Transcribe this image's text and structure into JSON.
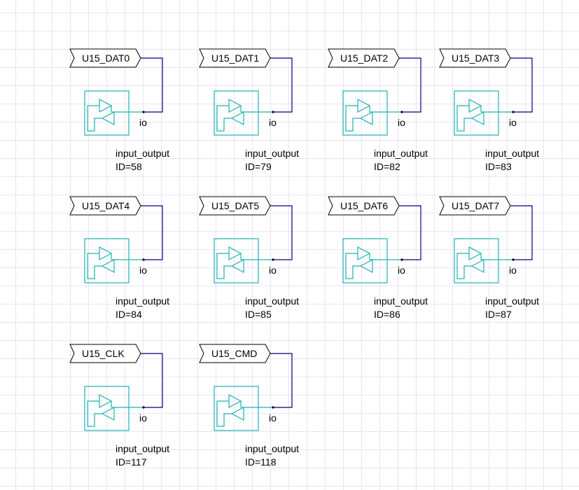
{
  "blocks": [
    {
      "net": "U15_DAT0",
      "pin": "io",
      "type": "input_output",
      "id": "ID=58"
    },
    {
      "net": "U15_DAT1",
      "pin": "io",
      "type": "input_output",
      "id": "ID=79"
    },
    {
      "net": "U15_DAT2",
      "pin": "io",
      "type": "input_output",
      "id": "ID=82"
    },
    {
      "net": "U15_DAT3",
      "pin": "io",
      "type": "input_output",
      "id": "ID=83"
    },
    {
      "net": "U15_DAT4",
      "pin": "io",
      "type": "input_output",
      "id": "ID=84"
    },
    {
      "net": "U15_DAT5",
      "pin": "io",
      "type": "input_output",
      "id": "ID=85"
    },
    {
      "net": "U15_DAT6",
      "pin": "io",
      "type": "input_output",
      "id": "ID=86"
    },
    {
      "net": "U15_DAT7",
      "pin": "io",
      "type": "input_output",
      "id": "ID=87"
    },
    {
      "net": "U15_CLK",
      "pin": "io",
      "type": "input_output",
      "id": "ID=117"
    },
    {
      "net": "U15_CMD",
      "pin": "io",
      "type": "input_output",
      "id": "ID=118"
    }
  ],
  "colors": {
    "wire": "#000080",
    "symbol": "#1fb2b2",
    "grid": "#e6e6f2"
  }
}
